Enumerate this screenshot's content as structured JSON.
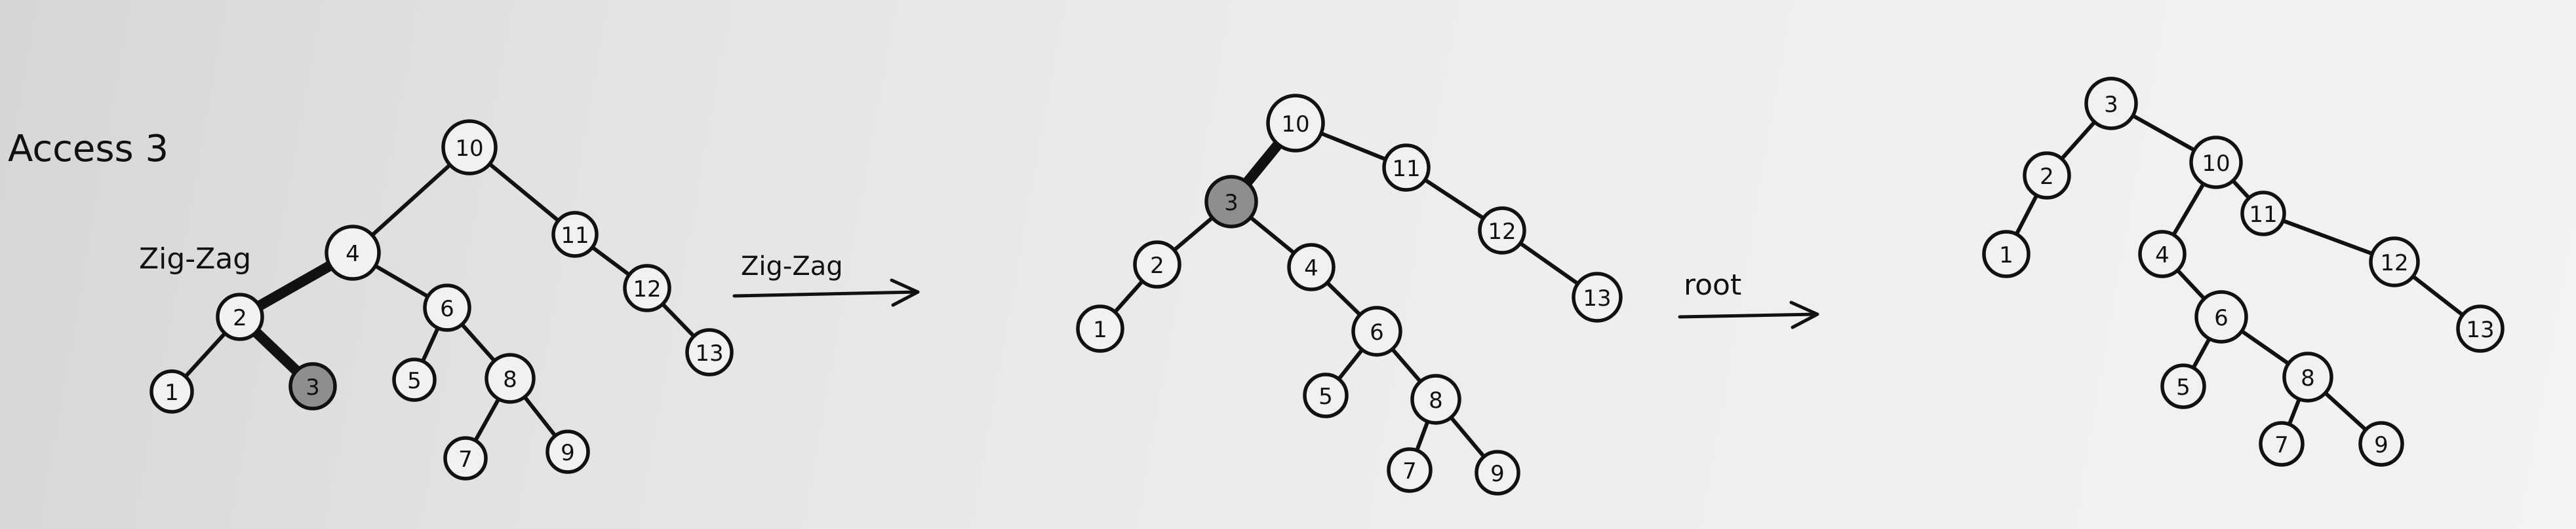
{
  "title": "Access 3",
  "step1_label": "Zig-Zag",
  "arrow1_label": "Zig-Zag",
  "arrow2_label": "root",
  "trees": [
    {
      "name": "before",
      "nodes": [
        {
          "id": "t1n10",
          "label": "10"
        },
        {
          "id": "t1n4",
          "label": "4"
        },
        {
          "id": "t1n11",
          "label": "11"
        },
        {
          "id": "t1n12",
          "label": "12"
        },
        {
          "id": "t1n13",
          "label": "13"
        },
        {
          "id": "t1n2",
          "label": "2"
        },
        {
          "id": "t1n6",
          "label": "6"
        },
        {
          "id": "t1n1",
          "label": "1"
        },
        {
          "id": "t1n3",
          "label": "3",
          "shaded": true
        },
        {
          "id": "t1n5",
          "label": "5"
        },
        {
          "id": "t1n8",
          "label": "8"
        },
        {
          "id": "t1n7",
          "label": "7"
        },
        {
          "id": "t1n9",
          "label": "9"
        }
      ],
      "edges": [
        [
          "t1n10",
          "t1n4"
        ],
        [
          "t1n10",
          "t1n11"
        ],
        [
          "t1n11",
          "t1n12"
        ],
        [
          "t1n12",
          "t1n13"
        ],
        [
          "t1n4",
          "t1n2",
          true
        ],
        [
          "t1n4",
          "t1n6"
        ],
        [
          "t1n2",
          "t1n1"
        ],
        [
          "t1n2",
          "t1n3",
          true
        ],
        [
          "t1n6",
          "t1n5"
        ],
        [
          "t1n6",
          "t1n8"
        ],
        [
          "t1n8",
          "t1n7"
        ],
        [
          "t1n8",
          "t1n9"
        ]
      ]
    },
    {
      "name": "after-zig-zag",
      "nodes": [
        {
          "id": "t2n10",
          "label": "10"
        },
        {
          "id": "t2n11",
          "label": "11"
        },
        {
          "id": "t2n12",
          "label": "12"
        },
        {
          "id": "t2n13",
          "label": "13"
        },
        {
          "id": "t2n3",
          "label": "3",
          "shaded": true
        },
        {
          "id": "t2n2",
          "label": "2"
        },
        {
          "id": "t2n1",
          "label": "1"
        },
        {
          "id": "t2n4",
          "label": "4"
        },
        {
          "id": "t2n6",
          "label": "6"
        },
        {
          "id": "t2n5",
          "label": "5"
        },
        {
          "id": "t2n8",
          "label": "8"
        },
        {
          "id": "t2n7",
          "label": "7"
        },
        {
          "id": "t2n9",
          "label": "9"
        }
      ],
      "edges": [
        [
          "t2n10",
          "t2n3",
          true
        ],
        [
          "t2n10",
          "t2n11"
        ],
        [
          "t2n11",
          "t2n12"
        ],
        [
          "t2n12",
          "t2n13"
        ],
        [
          "t2n3",
          "t2n2"
        ],
        [
          "t2n3",
          "t2n4"
        ],
        [
          "t2n2",
          "t2n1"
        ],
        [
          "t2n4",
          "t2n6"
        ],
        [
          "t2n6",
          "t2n5"
        ],
        [
          "t2n6",
          "t2n8"
        ],
        [
          "t2n8",
          "t2n7"
        ],
        [
          "t2n8",
          "t2n9"
        ]
      ]
    },
    {
      "name": "after-root",
      "nodes": [
        {
          "id": "t3n3",
          "label": "3"
        },
        {
          "id": "t3n2",
          "label": "2"
        },
        {
          "id": "t3n1",
          "label": "1"
        },
        {
          "id": "t3n10",
          "label": "10"
        },
        {
          "id": "t3n11",
          "label": "11"
        },
        {
          "id": "t3n12",
          "label": "12"
        },
        {
          "id": "t3n13",
          "label": "13"
        },
        {
          "id": "t3n4",
          "label": "4"
        },
        {
          "id": "t3n6",
          "label": "6"
        },
        {
          "id": "t3n5",
          "label": "5"
        },
        {
          "id": "t3n8",
          "label": "8"
        },
        {
          "id": "t3n7",
          "label": "7"
        },
        {
          "id": "t3n9",
          "label": "9"
        }
      ],
      "edges": [
        [
          "t3n3",
          "t3n2"
        ],
        [
          "t3n3",
          "t3n10"
        ],
        [
          "t3n2",
          "t3n1"
        ],
        [
          "t3n10",
          "t3n4"
        ],
        [
          "t3n10",
          "t3n11"
        ],
        [
          "t3n11",
          "t3n12"
        ],
        [
          "t3n12",
          "t3n13"
        ],
        [
          "t3n4",
          "t3n6"
        ],
        [
          "t3n6",
          "t3n5"
        ],
        [
          "t3n6",
          "t3n8"
        ],
        [
          "t3n8",
          "t3n7"
        ],
        [
          "t3n8",
          "t3n9"
        ]
      ]
    }
  ]
}
